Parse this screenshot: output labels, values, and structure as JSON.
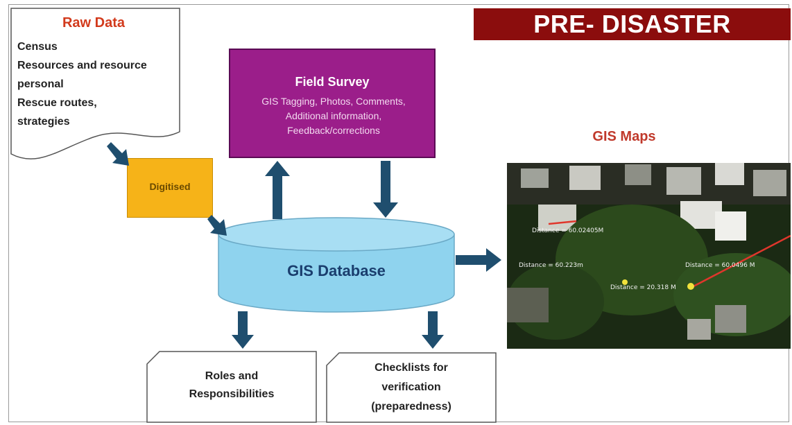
{
  "banner": {
    "title": "PRE- DISASTER"
  },
  "raw_data": {
    "title": "Raw Data",
    "lines": [
      "Census",
      "Resources and resource",
      "personal",
      "Rescue routes,",
      "strategies"
    ]
  },
  "field_survey": {
    "title": "Field Survey",
    "description": [
      "GIS Tagging, Photos, Comments,",
      "Additional information,",
      "Feedback/corrections"
    ]
  },
  "digitize": {
    "label": "Digitised"
  },
  "database": {
    "label": "GIS Database"
  },
  "gis_maps": {
    "title": "GIS Maps",
    "measurements": [
      "Distance = 60.02405M",
      "Distance = 60.223m",
      "Distance = 60.0496 M",
      "Distance = 20.318 M"
    ]
  },
  "outputs": {
    "roles": [
      "Roles and",
      "Responsibilities"
    ],
    "checklists": [
      "Checklists for",
      "verification",
      "(preparedness)"
    ]
  },
  "colors": {
    "banner": "#8b0d0d",
    "field_survey": "#9b1e8a",
    "digitize": "#f6b318",
    "database": "#8fd3ee",
    "arrow": "#1f4e6e",
    "accent_text": "#d23a1c"
  }
}
